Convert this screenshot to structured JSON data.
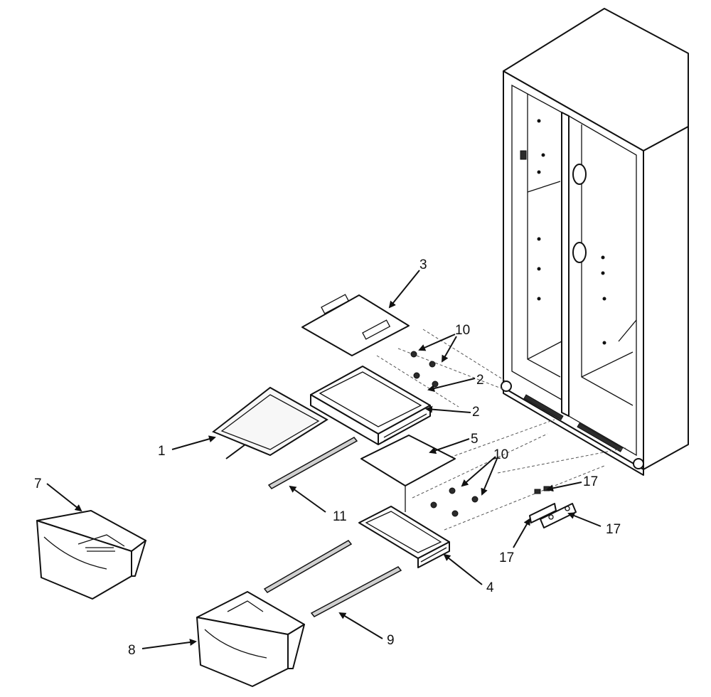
{
  "callouts": [
    {
      "id": "c3",
      "label": "3"
    },
    {
      "id": "c10a",
      "label": "10"
    },
    {
      "id": "c2a",
      "label": "2"
    },
    {
      "id": "c2b",
      "label": "2"
    },
    {
      "id": "c1",
      "label": "1"
    },
    {
      "id": "c5",
      "label": "5"
    },
    {
      "id": "c10b",
      "label": "10"
    },
    {
      "id": "c7",
      "label": "7"
    },
    {
      "id": "c11",
      "label": "11"
    },
    {
      "id": "c17a",
      "label": "17"
    },
    {
      "id": "c17b",
      "label": "17"
    },
    {
      "id": "c17c",
      "label": "17"
    },
    {
      "id": "c4",
      "label": "4"
    },
    {
      "id": "c8",
      "label": "8"
    },
    {
      "id": "c9",
      "label": "9"
    }
  ]
}
